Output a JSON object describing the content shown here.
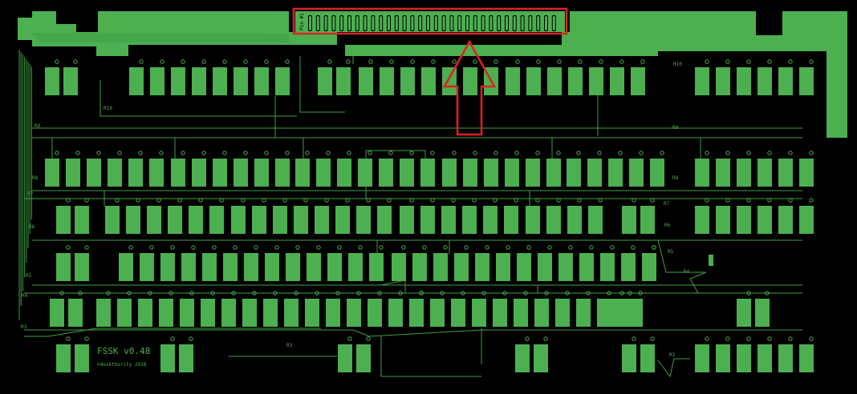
{
  "board": {
    "background": "#000000",
    "copper": "#4caf50",
    "trace": "#3f9e44",
    "highlight": "#e02020",
    "title": "FSSK v0.48",
    "credit": "©deskthority 2018",
    "connector_label": "Pin #1"
  },
  "rows": [
    {
      "labels_left": [
        "R10",
        "R9"
      ],
      "labels_right": [
        "R10",
        "R9"
      ]
    },
    {
      "labels_left": [
        "R8",
        "R7"
      ],
      "labels_right": [
        "R8",
        "R7"
      ]
    },
    {
      "labels_left": [
        "R6"
      ],
      "labels_right": [
        "R6"
      ]
    },
    {
      "labels_left": [
        "R5"
      ],
      "labels_right": [
        "R5",
        "R4"
      ]
    },
    {
      "labels_left": [
        "R4"
      ],
      "labels_right": []
    },
    {
      "labels_left": [
        "R3"
      ],
      "labels_right": [
        "R3",
        "R3"
      ]
    }
  ],
  "callout": {
    "name": "ribbon connector",
    "pin_count": 32
  }
}
